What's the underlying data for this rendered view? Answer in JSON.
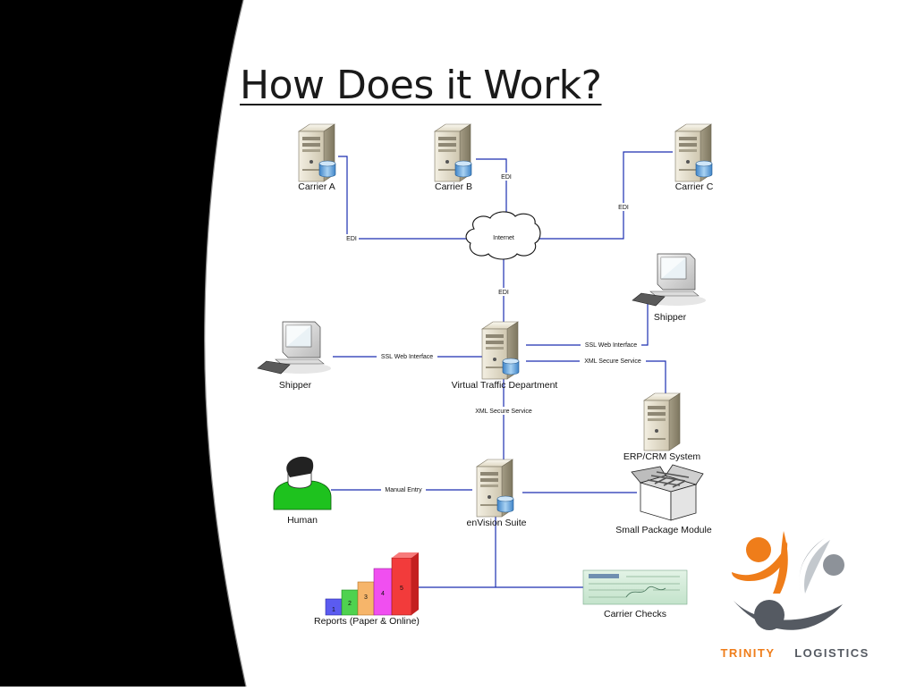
{
  "slide": {
    "title": "How Does it Work?"
  },
  "nodes": {
    "carrier_a": "Carrier A",
    "carrier_b": "Carrier B",
    "carrier_c": "Carrier C",
    "internet": "Internet",
    "shipper_right": "Shipper",
    "shipper_left": "Shipper",
    "vtd": "Virtual Traffic Department",
    "erp": "ERP/CRM System",
    "human": "Human",
    "envision": "enVision Suite",
    "small_package": "Small Package Module",
    "reports": "Reports (Paper & Online)",
    "carrier_checks": "Carrier Checks"
  },
  "connectors": {
    "edi_a": "EDI",
    "edi_b": "EDI",
    "edi_c": "EDI",
    "edi_internet": "EDI",
    "ssl_left": "SSL Web Interface",
    "ssl_right": "SSL Web Interface",
    "xml_erp": "XML Secure Service",
    "xml_down": "XML Secure Service",
    "manual_entry": "Manual Entry"
  },
  "report_bars": [
    "1",
    "2",
    "3",
    "4",
    "5"
  ],
  "logo": {
    "word1": "TRINITY",
    "word2": "LOGISTICS"
  },
  "colors": {
    "connector": "#1c2fb0",
    "panel": "#000000",
    "logo_orange": "#ef7d1a",
    "logo_gray": "#555a62",
    "human_green": "#1ec21e"
  }
}
